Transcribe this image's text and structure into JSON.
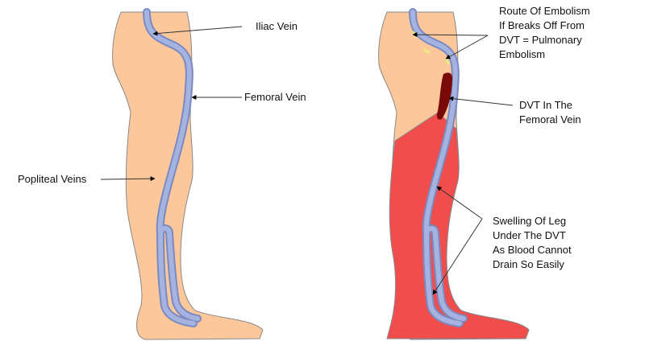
{
  "left_leg": {
    "labels": {
      "iliac": "Iliac Vein",
      "femoral": "Femoral Vein",
      "popliteal": "Popliteal Veins"
    }
  },
  "right_leg": {
    "labels": {
      "embolism": [
        "Route Of Embolism",
        "If Breaks Off From",
        "DVT = Pulmonary",
        "Embolism"
      ],
      "dvt": [
        "DVT In The",
        "Femoral Vein"
      ],
      "swelling": [
        "Swelling Of Leg",
        "Under The DVT",
        "As Blood Cannot",
        "Drain So Easily"
      ]
    }
  },
  "colors": {
    "skin": "#fcc89b",
    "vein": "#a4b3e0",
    "vein_edge": "#7b8ac0",
    "swelling": "#f24d4d",
    "clot": "#7a0a0a",
    "embolus": "#e6f07a"
  }
}
